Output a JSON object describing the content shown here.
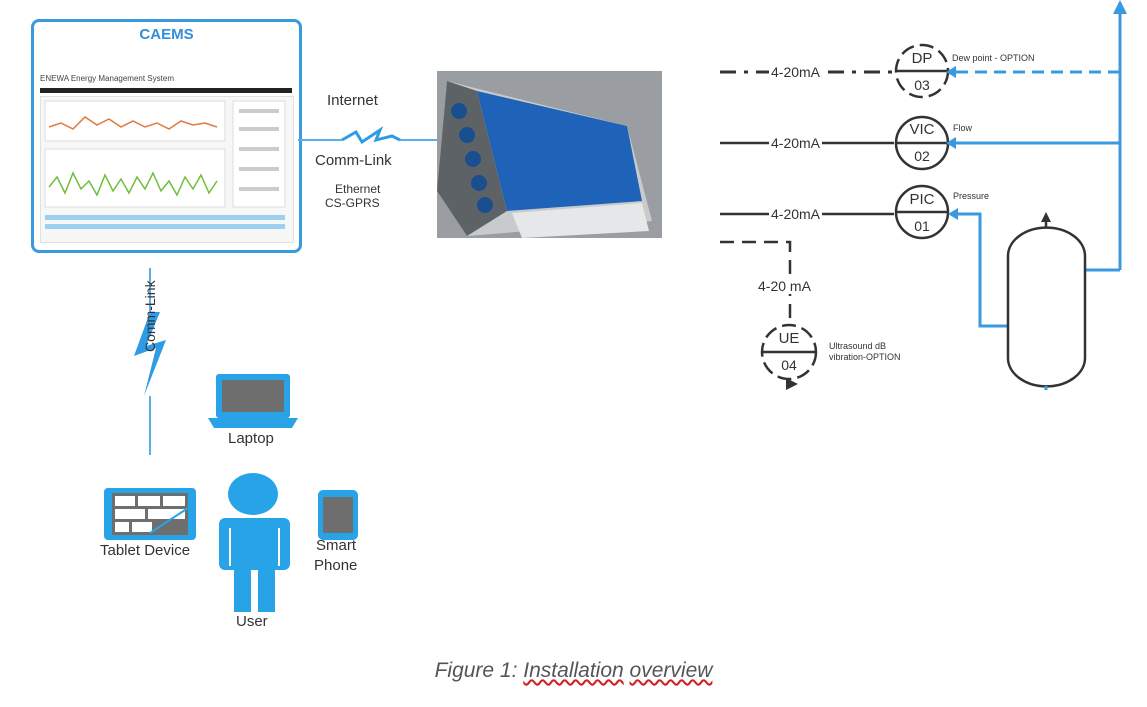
{
  "dashboard": {
    "title": "CAEMS",
    "subtitle": "ENEWA Energy Management System"
  },
  "links": {
    "internet": "Internet",
    "comm_link_horizontal": "Comm-Link",
    "ethernet": "Ethernet",
    "cs_gprs": "CS-GPRS",
    "comm_link_vertical": "Comm-Link"
  },
  "devices": {
    "laptop": "Laptop",
    "tablet": "Tablet Device",
    "smartphone_line1": "Smart",
    "smartphone_line2": "Phone",
    "user": "User"
  },
  "instruments": [
    {
      "code": "DP",
      "number": "03",
      "signal": "4-20mA",
      "note": "Dew point - OPTION"
    },
    {
      "code": "VIC",
      "number": "02",
      "signal": "4-20mA",
      "note": "Flow"
    },
    {
      "code": "PIC",
      "number": "01",
      "signal": "4-20mA",
      "note": "Pressure"
    },
    {
      "code": "UE",
      "number": "04",
      "signal": "4-20 mA",
      "note_line1": "Ultrasound dB",
      "note_line2": "vibration-OPTION"
    }
  ],
  "caption": {
    "prefix": "Figure 1: ",
    "word1": "Installation",
    "word2": "overview"
  },
  "colors": {
    "accent_blue": "#3a9ae0",
    "line_dark": "#333333",
    "device_blue": "#1f63b8"
  }
}
